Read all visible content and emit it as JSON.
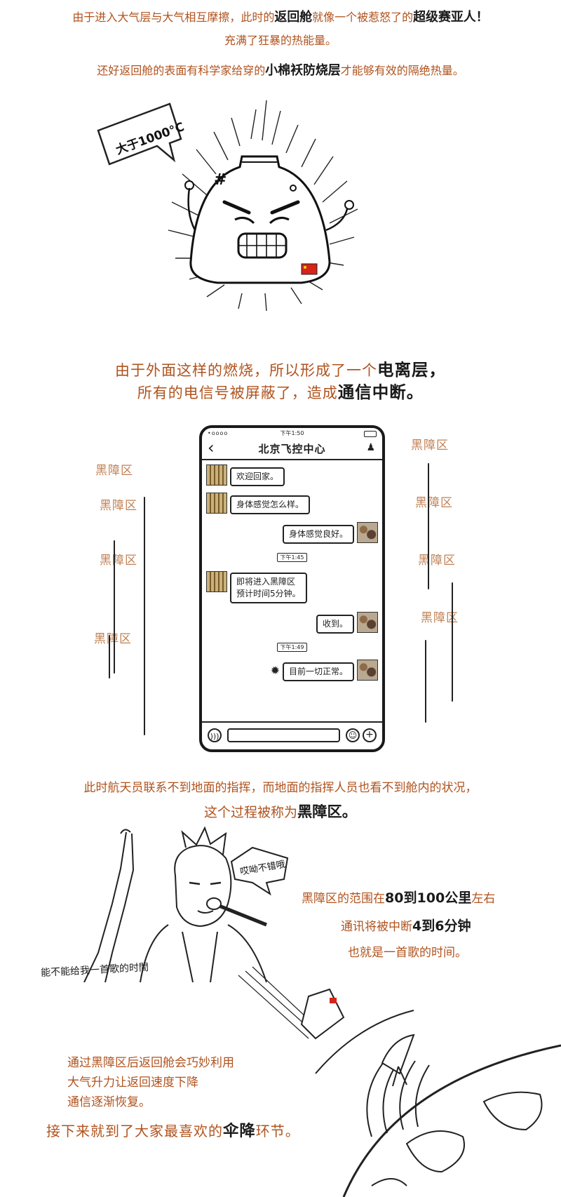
{
  "intro": {
    "line1_prefix": "由于进入大气层与大气相互摩擦，此时的",
    "line1_em1": "返回舱",
    "line1_mid": "就像一个被惹怒了的",
    "line1_em2": "超级赛亚人！",
    "line2": "充满了狂暴的热能量。",
    "line3_prefix": "还好返回舱的表面有科学家给穿的",
    "line3_em": "小棉袄防烧层",
    "line3_suffix": "才能够有效的隔绝热量。"
  },
  "capsule_speech": "大于1000°C",
  "capsule_mark": "#",
  "ion": {
    "line1_prefix": "由于外面这样的燃烧，所以形成了一个",
    "line1_em": "电离层，",
    "line2_prefix": "所有的电信号被屏蔽了，造成",
    "line2_em": "通信中断。"
  },
  "blackout_zone_label": "黑障区",
  "phone": {
    "status_time": "下午1:50",
    "status_dots": "•oooo",
    "title": "北京飞控中心",
    "back_glyph": "‹",
    "messages": [
      {
        "text": "欢迎回家。"
      },
      {
        "text": "身体感觉怎么样。"
      },
      {
        "text": "身体感觉良好。"
      },
      {
        "text": "下午1:45"
      },
      {
        "text": "即将进入黑障区"
      },
      {
        "text": "预计时间5分钟。"
      },
      {
        "text": "收到。"
      },
      {
        "text": "下午1:49"
      },
      {
        "text": "目前一切正常。"
      }
    ]
  },
  "explain": {
    "line1": "此时航天员联系不到地面的指挥，而地面的指挥人员也看不到舱内的状况，",
    "line2_prefix": "这个过程被称为",
    "line2_em": "黑障区。"
  },
  "singer_speech": "哎呦不错哦",
  "singer_caption": "能不能给我一首歌的时間",
  "facts": {
    "line1_prefix": "黑障区的范围在",
    "line1_em": "80到100公里",
    "line1_suffix": "左右",
    "line2_prefix": "通讯将被中断",
    "line2_em": "4到6分钟",
    "line3": "也就是一首歌的时间。"
  },
  "recover": {
    "line1": "通过黑障区后返回舱会巧妙利用",
    "line2": "大气升力让返回速度下降",
    "line3": "通信逐渐恢复。"
  },
  "final": {
    "prefix": "接下来就到了大家最喜欢的",
    "em": "伞降",
    "suffix": "环节。"
  }
}
